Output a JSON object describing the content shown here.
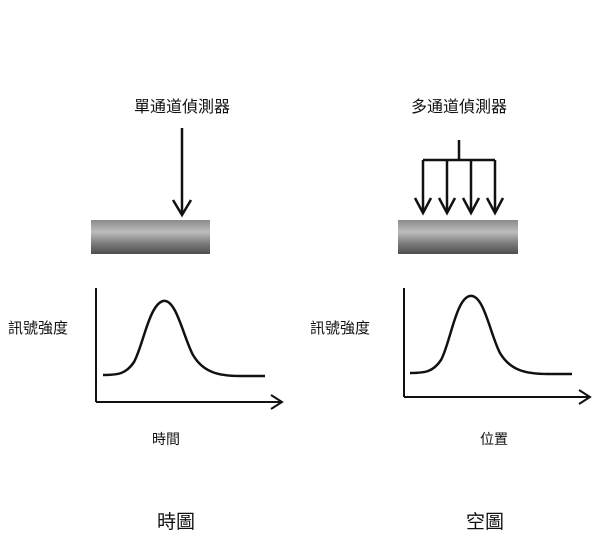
{
  "panels": {
    "left": {
      "detector_label": "單通道偵測器",
      "y_axis_label": "訊號強度",
      "x_axis_label": "時間",
      "caption": "時圖"
    },
    "right": {
      "detector_label": "多通道偵測器",
      "y_axis_label": "訊號強度",
      "x_axis_label": "位置",
      "caption": "空圖"
    }
  },
  "colors": {
    "ink": "#111111",
    "sample_dark": "#5a5a5a",
    "sample_light": "#c8c8c8"
  }
}
